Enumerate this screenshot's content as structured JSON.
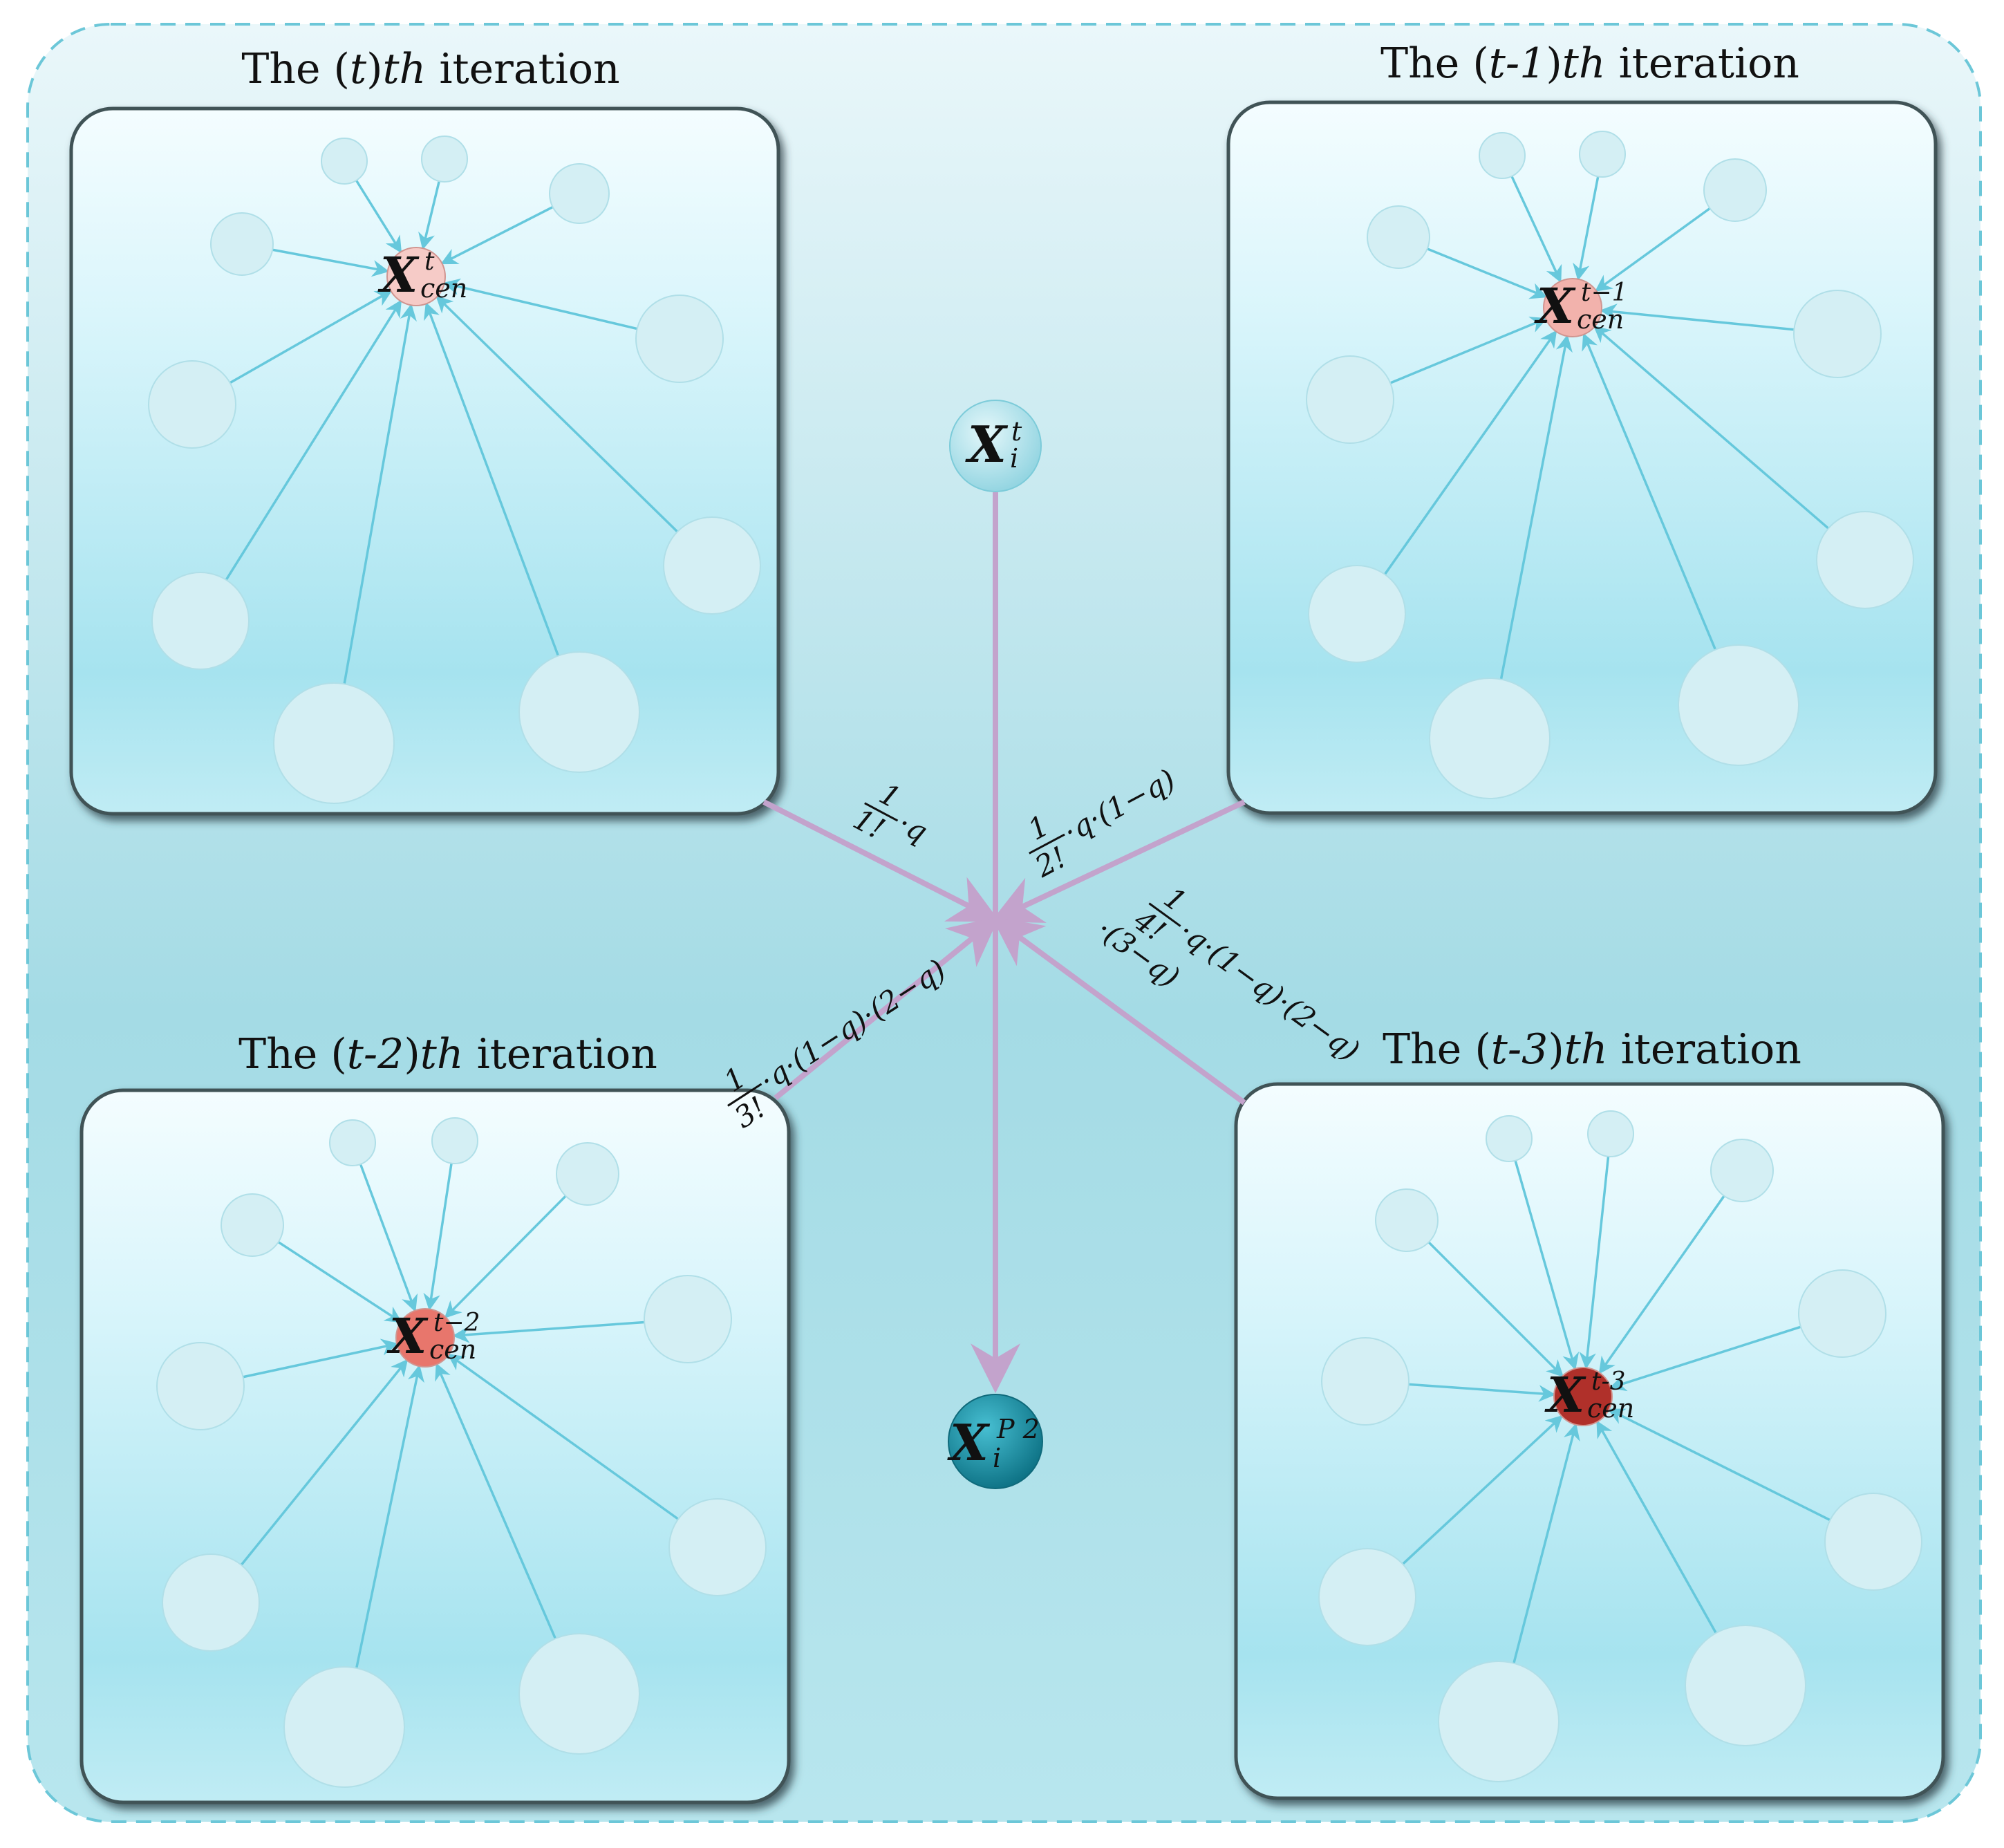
{
  "panels": [
    {
      "title_pre": "The (",
      "title_var": "t",
      "title_mid": ")",
      "title_th": "th",
      "title_post": " iteration",
      "center_main": "X",
      "center_sub": "cen",
      "center_sup": "t"
    },
    {
      "title_pre": "The (",
      "title_var": "t-1",
      "title_mid": ")",
      "title_th": "th",
      "title_post": " iteration",
      "center_main": "X",
      "center_sub": "cen",
      "center_sup": "t−1"
    },
    {
      "title_pre": "The (",
      "title_var": "t-2",
      "title_mid": ")",
      "title_th": "th",
      "title_post": " iteration",
      "center_main": "X",
      "center_sub": "cen",
      "center_sup": "t−2"
    },
    {
      "title_pre": "The (",
      "title_var": "t-3",
      "title_mid": ")",
      "title_th": "th",
      "title_post": " iteration",
      "center_main": "X",
      "center_sub": "cen",
      "center_sup": "t-3"
    }
  ],
  "input_node": {
    "main": "X",
    "sub": "i",
    "sup": "t"
  },
  "output_node": {
    "main": "X",
    "sub": "i",
    "sup": "P 2"
  },
  "weights": {
    "w1": {
      "numerator": "1",
      "denominator": "1!",
      "rest": "·q"
    },
    "w2": {
      "numerator": "1",
      "denominator": "2!",
      "rest": "·q·(1−q)"
    },
    "w3": {
      "numerator": "1",
      "denominator": "3!",
      "rest": "·q·(1−q)·(2−q)"
    },
    "w4": {
      "numerator": "1",
      "denominator": "4!",
      "rest": "·q·(1−q)·(2−q)",
      "rest2": "·(3−q)"
    }
  },
  "colors": {
    "arrow_main": "#c3a3cc",
    "edge": "#66c8dc",
    "center_t": "#f6cbc7",
    "center_t1": "#f2b2ac",
    "center_t2": "#e8766c",
    "center_t3": "#b0302a",
    "output_node": "#1b93a8",
    "input_node": "#a7dfe8"
  }
}
